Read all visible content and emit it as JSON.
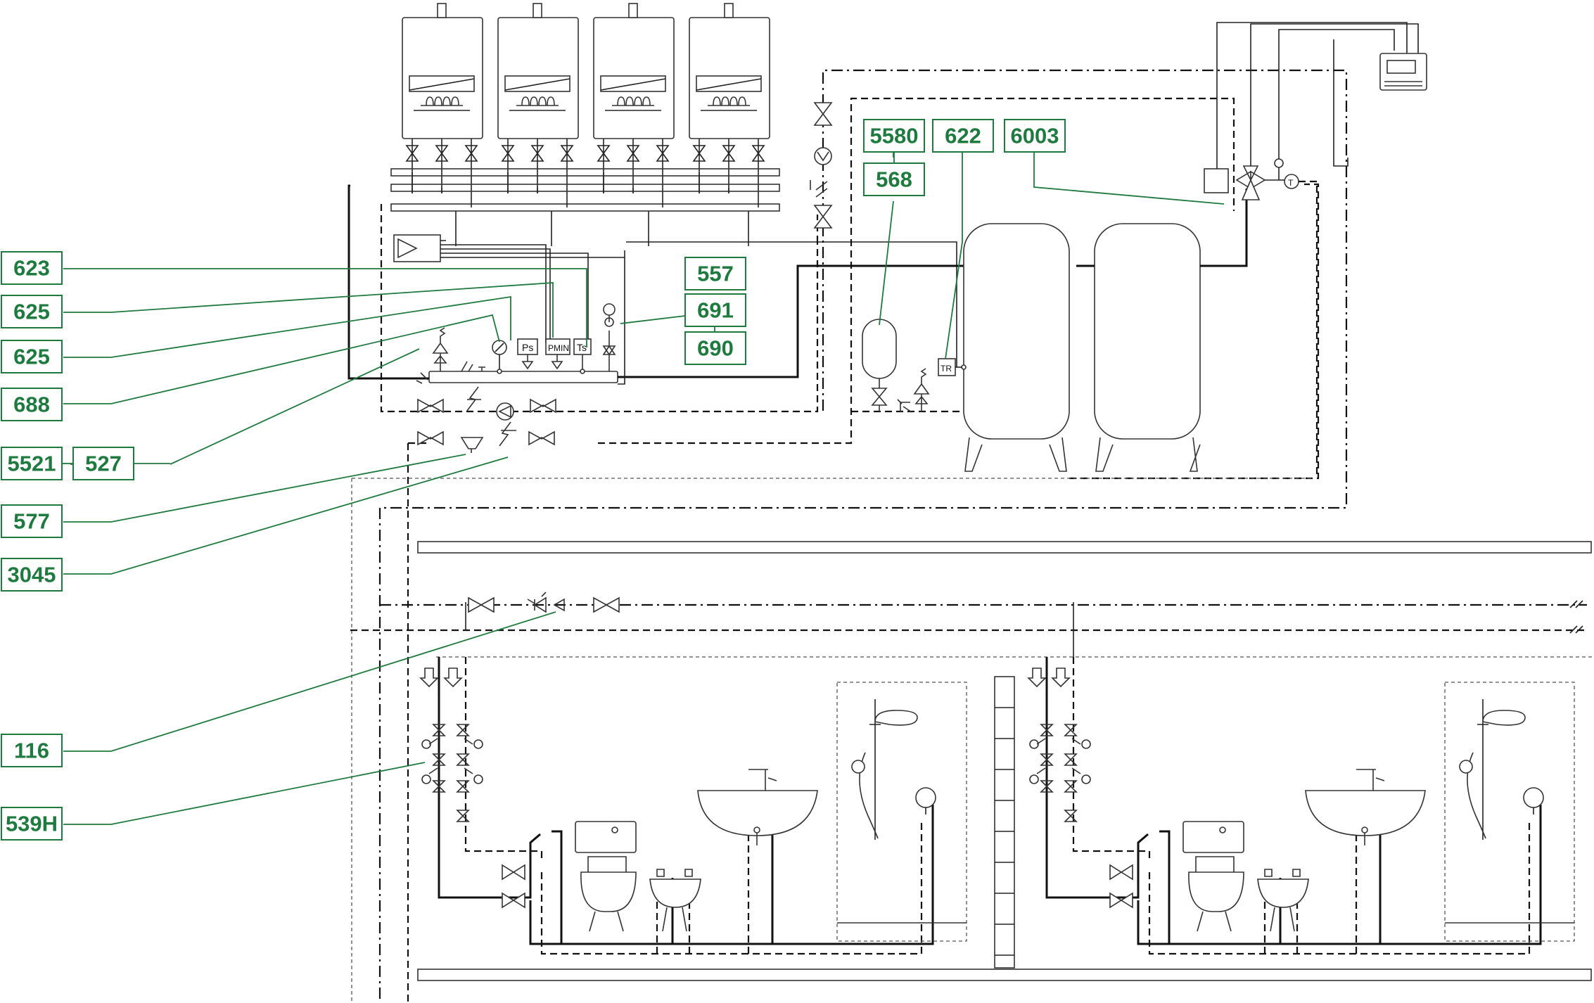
{
  "labels": [
    {
      "id": "623",
      "text": "623"
    },
    {
      "id": "625a",
      "text": "625"
    },
    {
      "id": "625b",
      "text": "625"
    },
    {
      "id": "688",
      "text": "688"
    },
    {
      "id": "5521",
      "text": "5521"
    },
    {
      "id": "527",
      "text": "527"
    },
    {
      "id": "577",
      "text": "577"
    },
    {
      "id": "3045",
      "text": "3045"
    },
    {
      "id": "116",
      "text": "116"
    },
    {
      "id": "539H",
      "text": "539H"
    },
    {
      "id": "557",
      "text": "557"
    },
    {
      "id": "691",
      "text": "691"
    },
    {
      "id": "690",
      "text": "690"
    },
    {
      "id": "5580",
      "text": "5580"
    },
    {
      "id": "568",
      "text": "568"
    },
    {
      "id": "622",
      "text": "622"
    },
    {
      "id": "6003",
      "text": "6003"
    }
  ],
  "symbols": {
    "ps": "Ps",
    "pmin": "PMIN",
    "ts": "Ts",
    "tr": "TR",
    "t": "T"
  },
  "colors": {
    "label": "#1f7a3f",
    "pipe": "#111111"
  }
}
